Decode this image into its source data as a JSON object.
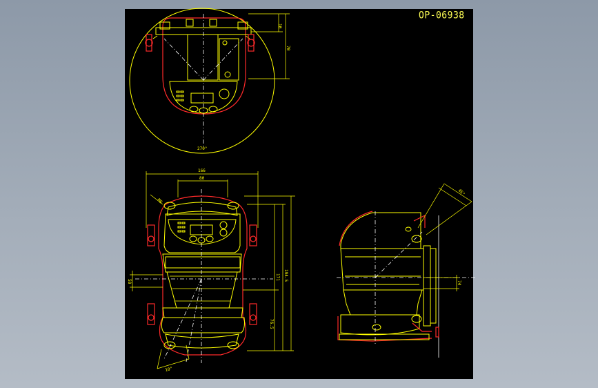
{
  "title": "OP-06938",
  "dimensions": {
    "top_right_small": "10",
    "top_right_height": "70",
    "arc_radius": "270°",
    "front_width_outer": "166",
    "front_width_inner": "80",
    "front_left_label": "M6",
    "front_height_a": "171",
    "front_height_b": "194.5",
    "front_height_c": "76.5",
    "front_side_label": "58",
    "front_bottom_angle": "10°",
    "side_angle": "45°",
    "side_height": "74"
  },
  "colors": {
    "outline": "#ffff00",
    "housing": "#ff2a2a",
    "center_lines": "#ffffff",
    "background": "#000000"
  }
}
